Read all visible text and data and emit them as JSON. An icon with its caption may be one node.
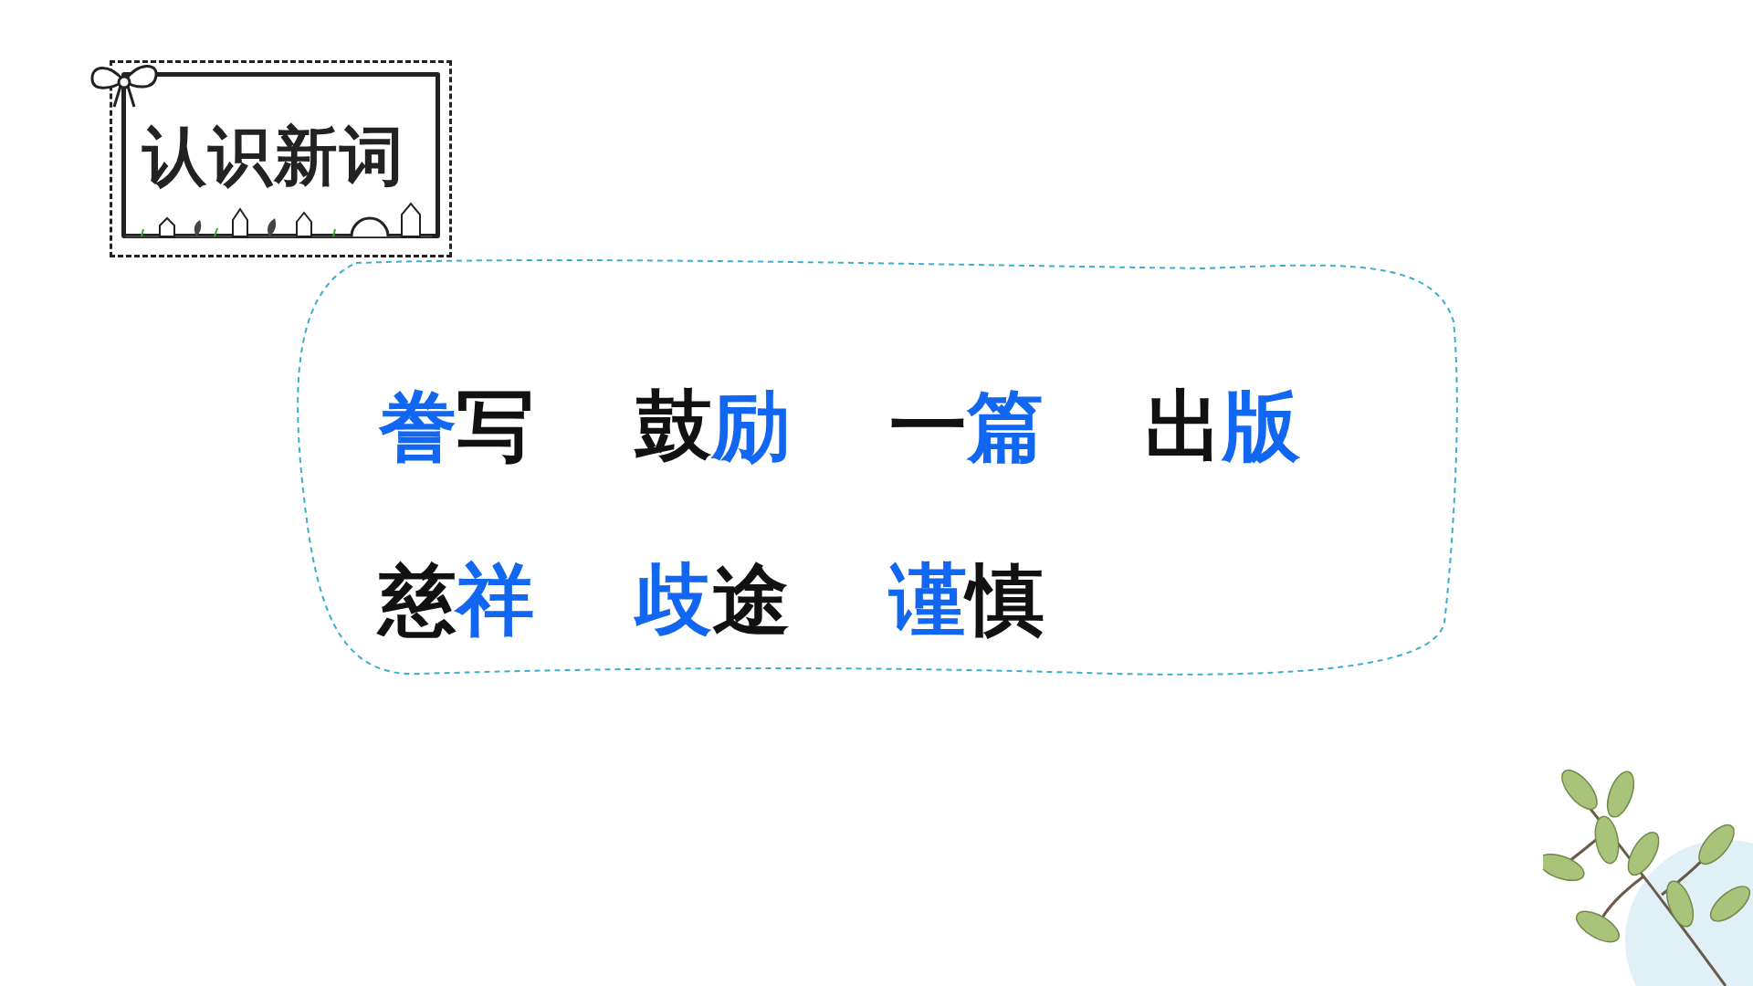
{
  "diagram": {
    "nodes": [
      {
        "text": [
          "认识新词"
        ]
      },
      {
        "text": [
          "誊写",
          "鼓励",
          "一篇",
          "出版",
          "慈祥",
          "歧途",
          "谨慎"
        ]
      }
    ]
  }
}
